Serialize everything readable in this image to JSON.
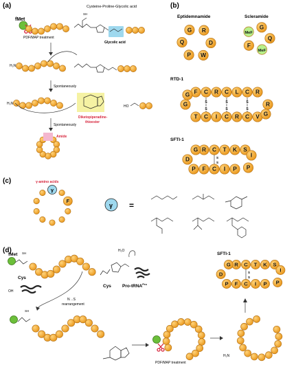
{
  "panel_a": {
    "label": "(a)",
    "fmet": "fMet",
    "cpg": "Cysteine-Proline-Glycolic acid",
    "sh": "SH",
    "treatment": "PDF/MAP treatment",
    "glycolic": "Glycolic acid",
    "h2n": "H₂N",
    "spont1": "Spontaneously",
    "spont2": "Spontaneously",
    "dkp1": "Diketopiperadine-",
    "dkp2": "thioester",
    "amide": "Amide",
    "ho": "HO",
    "h": "H"
  },
  "panel_b": {
    "label": "(b)",
    "eptidemnamide": {
      "title": "Eptidemnamide",
      "letters": [
        "G",
        "R",
        "D",
        "W",
        "P",
        "Q"
      ]
    },
    "scleramide": {
      "title": "Scleramide",
      "letters": [
        "G",
        "Q",
        "MeF",
        "F",
        "MeF"
      ]
    },
    "rtd1": {
      "title": "RTD-1",
      "top": [
        "F",
        "C",
        "R",
        "C",
        "L",
        "C",
        "R"
      ],
      "bottom": [
        "T",
        "C",
        "I",
        "C",
        "R",
        "C",
        "V"
      ],
      "left": "G",
      "right": "R",
      "ends": [
        "G",
        "G"
      ]
    },
    "sfti1": {
      "title": "SFTI-1",
      "top": [
        "R",
        "C",
        "T",
        "K",
        "S"
      ],
      "bottom": [
        "P",
        "F",
        "C",
        "I",
        "P"
      ],
      "left": "G",
      "left2": "D",
      "right": "I",
      "right2": "P"
    }
  },
  "panel_c": {
    "label": "(c)",
    "gamma_acids": "γ-amino acids",
    "gamma": "γ",
    "f": "F",
    "equals": "="
  },
  "panel_d": {
    "label": "(d)",
    "fmet": "fMet",
    "sh": "SH",
    "cys1": "Cys",
    "cys2": "Cys",
    "h2o": "H₂O",
    "pro_trna": "Pro-tRNA",
    "pro_sup": "Pro",
    "oh": "OH",
    "ns1": "N→S",
    "ns2": "rearrangement",
    "treatment": "PDF/MAP treatment",
    "h2n": "H₂N",
    "sfti_title": "SFTI-1",
    "sfti_top": [
      "R",
      "C",
      "T",
      "K",
      "S"
    ],
    "sfti_bottom": [
      "P",
      "F",
      "C",
      "I",
      "P"
    ],
    "sfti_left": "G",
    "sfti_left2": "D",
    "sfti_right": "I",
    "sfti_right2": "P"
  },
  "colors": {
    "bead": "#f3a32a",
    "bead_stroke": "#b8761a",
    "green": "#6cbf3a",
    "cyan": "#9ed8ee",
    "yellow": "#f5f2a3",
    "pink": "#f4b7cf",
    "red": "#d7263d",
    "purple_bead": "#f3a32a",
    "lime": "#b7f08a"
  }
}
